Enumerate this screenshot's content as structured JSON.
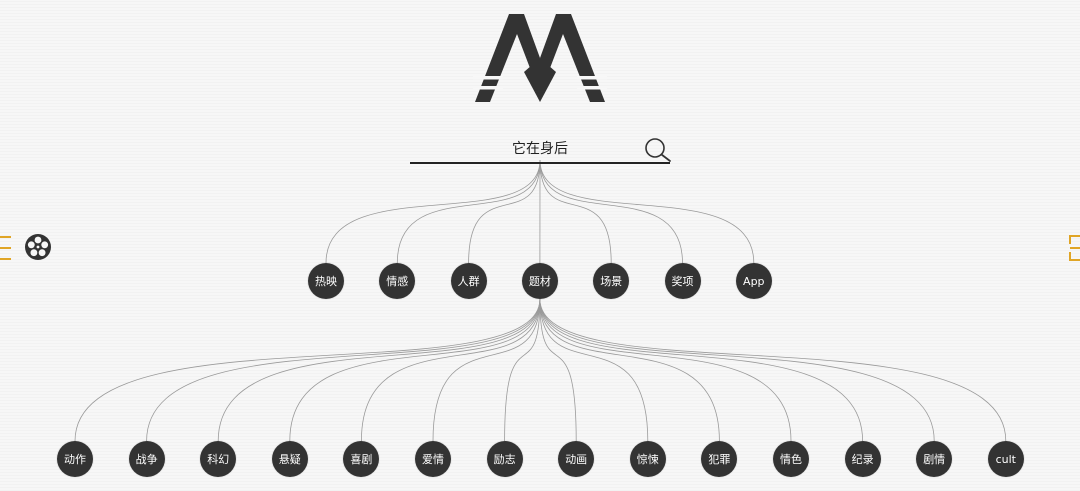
{
  "search": {
    "value": "它在身后"
  },
  "icons": {
    "logo": "logo-m-icon",
    "search": "search-icon",
    "left_menu": "menu-icon",
    "film": "film-reel-icon",
    "right_menu": "bracket-menu-icon"
  },
  "colors": {
    "node_fill": "#333333",
    "node_text": "#ffffff",
    "link": "#9a9a9a",
    "accent": "#e0a526",
    "background": "#f7f7f7"
  },
  "categories": [
    {
      "label": "热映"
    },
    {
      "label": "情感"
    },
    {
      "label": "人群"
    },
    {
      "label": "题材",
      "expanded": true
    },
    {
      "label": "场景"
    },
    {
      "label": "奖项"
    },
    {
      "label": "App"
    }
  ],
  "subcategories": [
    {
      "label": "动作"
    },
    {
      "label": "战争"
    },
    {
      "label": "科幻"
    },
    {
      "label": "悬疑"
    },
    {
      "label": "喜剧"
    },
    {
      "label": "爱情"
    },
    {
      "label": "励志"
    },
    {
      "label": "动画"
    },
    {
      "label": "惊悚"
    },
    {
      "label": "犯罪"
    },
    {
      "label": "情色"
    },
    {
      "label": "纪录"
    },
    {
      "label": "剧情"
    },
    {
      "label": "cult"
    }
  ]
}
